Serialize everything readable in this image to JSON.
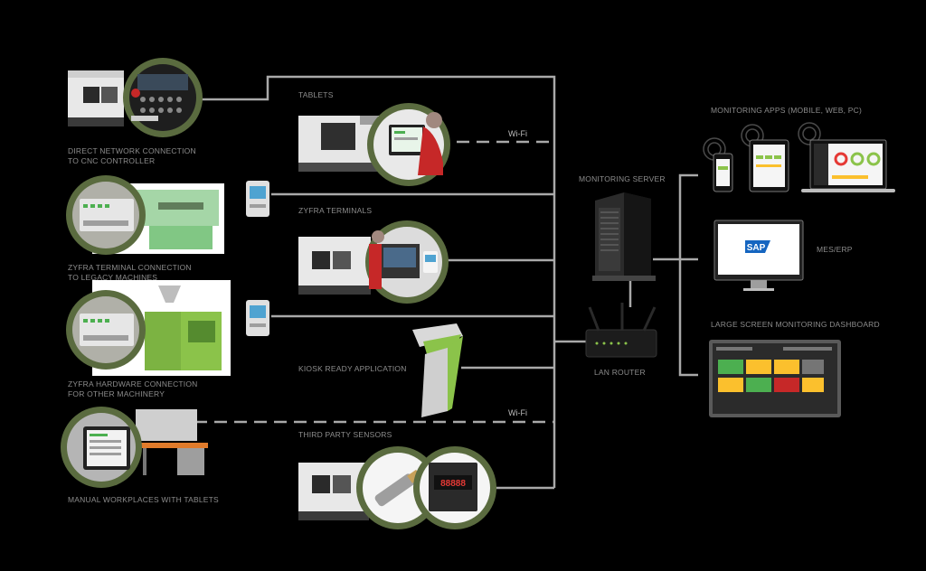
{
  "left_sources": [
    {
      "id": "cnc",
      "line1": "DIRECT NETWORK CONNECTION",
      "line2": "TO CNC CONTROLLER"
    },
    {
      "id": "legacy",
      "line1": "ZYFRA TERMINAL CONNECTION",
      "line2": "TO LEGACY MACHINES"
    },
    {
      "id": "hardware",
      "line1": "ZYFRA HARDWARE CONNECTION",
      "line2": "FOR OTHER MACHINERY"
    },
    {
      "id": "manual",
      "line1": "MANUAL WORKPLACES WITH TABLETS",
      "line2": ""
    }
  ],
  "middle": {
    "tablets": "TABLETS",
    "terminals": "ZYFRA TERMINALS",
    "kiosk": "KIOSK READY APPLICATION",
    "sensors": "THIRD PARTY SENSORS",
    "wifi": "Wi-Fi"
  },
  "network": {
    "server": "MONITORING SERVER",
    "router": "LAN ROUTER"
  },
  "outputs": {
    "apps": "MONITORING APPS (MOBILE, WEB, PC)",
    "mes": "MES/ERP",
    "sap": "SAP",
    "dashboard": "LARGE SCREEN MONITORING DASHBOARD"
  },
  "sensor_display": "88888",
  "colors": {
    "line": "#a9a9a9",
    "ring": "#5a6b3f",
    "accent_green": "#8bc34a",
    "bg": "#000000"
  }
}
